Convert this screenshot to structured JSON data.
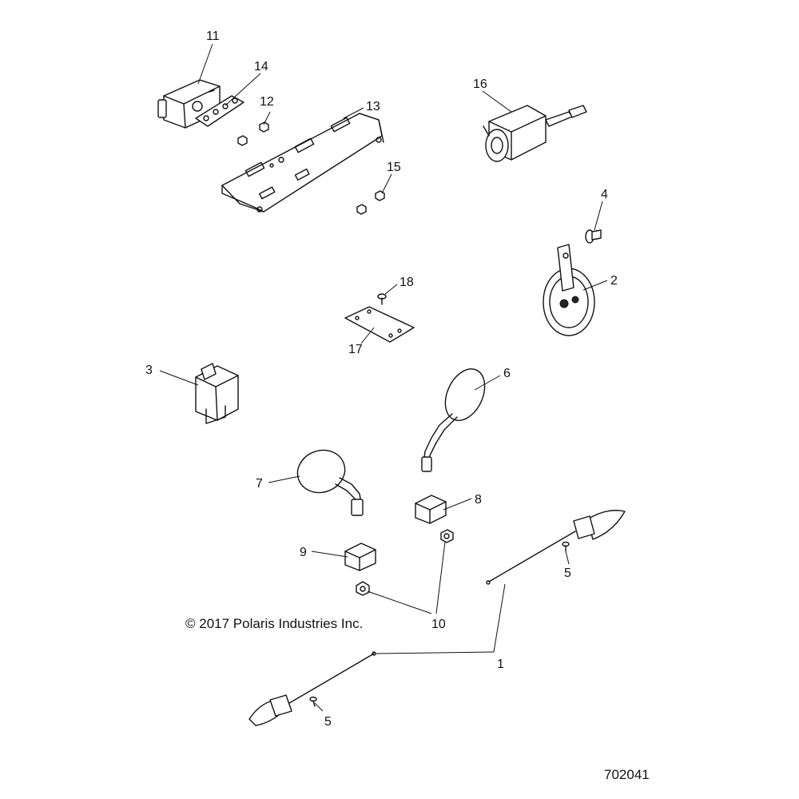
{
  "diagram": {
    "copyright": "© 2017 Polaris Industries Inc.",
    "figure_number": "702041",
    "callouts": [
      {
        "id": "c1",
        "label": "1"
      },
      {
        "id": "c2",
        "label": "2"
      },
      {
        "id": "c3",
        "label": "3"
      },
      {
        "id": "c4",
        "label": "4"
      },
      {
        "id": "c5a",
        "label": "5"
      },
      {
        "id": "c5b",
        "label": "5"
      },
      {
        "id": "c6",
        "label": "6"
      },
      {
        "id": "c7",
        "label": "7"
      },
      {
        "id": "c8",
        "label": "8"
      },
      {
        "id": "c9",
        "label": "9"
      },
      {
        "id": "c10",
        "label": "10"
      },
      {
        "id": "c11",
        "label": "11"
      },
      {
        "id": "c12",
        "label": "12"
      },
      {
        "id": "c13",
        "label": "13"
      },
      {
        "id": "c14",
        "label": "14"
      },
      {
        "id": "c15",
        "label": "15"
      },
      {
        "id": "c16",
        "label": "16"
      },
      {
        "id": "c17",
        "label": "17"
      },
      {
        "id": "c18",
        "label": "18"
      }
    ]
  }
}
